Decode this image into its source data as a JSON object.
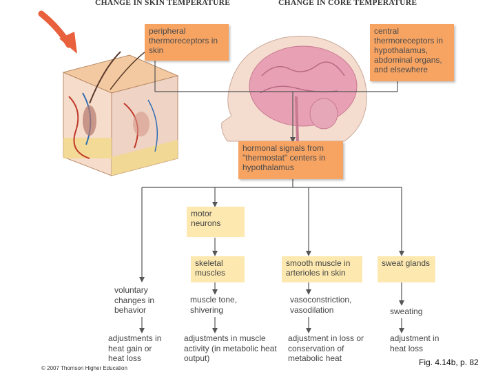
{
  "headers": {
    "skin": "CHANGE IN SKIN TEMPERATURE",
    "core": "CHANGE IN CORE TEMPERATURE"
  },
  "boxes": {
    "peripheral": "peripheral thermoreceptors in skin",
    "central": "central thermoreceptors in hypothalamus, abdominal organs, and elsewhere",
    "hormonal": "hormonal signals from \"thermostat\" centers in hypothalamus",
    "motor": "motor neurons",
    "skeletal": "skeletal muscles",
    "smooth": "smooth muscle in arterioles in skin",
    "sweat": "sweat glands"
  },
  "responses": {
    "voluntary": "voluntary changes in behavior",
    "muscle_tone": "muscle tone, shivering",
    "vaso": "vasoconstriction, vasodilation",
    "sweating": "sweating"
  },
  "outcomes": {
    "heat_gain": "adjustments in heat gain or heat loss",
    "muscle_activity": "adjustments in muscle activity (in metabolic heat output)",
    "loss_conservation": "adjustment in loss or conservation of metabolic heat",
    "heat_loss": "adjustment in heat loss"
  },
  "footer": {
    "copyright": "© 2007 Thomson Higher Education",
    "figure_ref": "Fig. 4.14b, p. 82"
  },
  "colors": {
    "orange_box": "#f7a463",
    "yellow_box": "#fde9b0",
    "arrow_red": "#e8603c",
    "brain_pink": "#e8a0b4",
    "skin_tan": "#f2c9a0"
  }
}
